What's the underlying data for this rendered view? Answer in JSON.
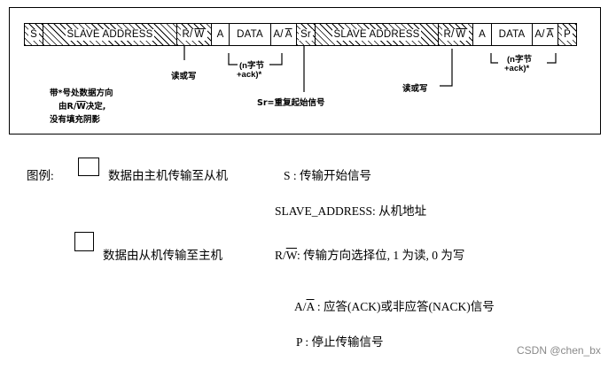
{
  "frame": {
    "fields": [
      {
        "key": "s",
        "text": "S",
        "hatched": true
      },
      {
        "key": "slave1",
        "text": "SLAVE ADDRESS",
        "hatched": true
      },
      {
        "key": "rw1",
        "text": "R/W",
        "hatched": true
      },
      {
        "key": "a1",
        "text": "A",
        "hatched": false
      },
      {
        "key": "data1",
        "text": "DATA",
        "hatched": false
      },
      {
        "key": "aa1",
        "text": "A/A",
        "hatched": false
      },
      {
        "key": "sr",
        "text": "Sr",
        "hatched": true
      },
      {
        "key": "slave2",
        "text": "SLAVE ADDRESS",
        "hatched": true
      },
      {
        "key": "rw2",
        "text": "R/W",
        "hatched": true
      },
      {
        "key": "a2",
        "text": "A",
        "hatched": false
      },
      {
        "key": "data2",
        "text": "DATA",
        "hatched": false
      },
      {
        "key": "aa2",
        "text": "A/A",
        "hatched": false
      },
      {
        "key": "p",
        "text": "P",
        "hatched": true
      }
    ]
  },
  "annotations": {
    "read_or_write_1": "读或写",
    "nbytes_1_line1": "(n字节",
    "nbytes_1_line2": "+ack)*",
    "sr_desc": "Sr=重复起始信号",
    "read_or_write_2": "读或写",
    "nbytes_2_line1": "(n字节",
    "nbytes_2_line2": "+ack)*",
    "note_line1": "带*号处数据方向",
    "note_line2": "由R/W决定,",
    "note_line3": "没有填充阴影"
  },
  "legend": {
    "title": "图例:",
    "hatched_desc": "数据由主机传输至从机",
    "plain_desc": "数据由从机传输至主机",
    "s_key": "S",
    "s_desc": "传输开始信号",
    "slave_key": "SLAVE_ADDRESS:",
    "slave_desc": "从机地址",
    "rw_key": "R/W",
    "rw_desc": "传输方向选择位, 1 为读, 0 为写",
    "aa_key": "A/A",
    "aa_desc": "应答(ACK)或非应答(NACK)信号",
    "p_key": "P",
    "p_desc": "停止传输信号"
  },
  "watermark": "CSDN @chen_bx"
}
